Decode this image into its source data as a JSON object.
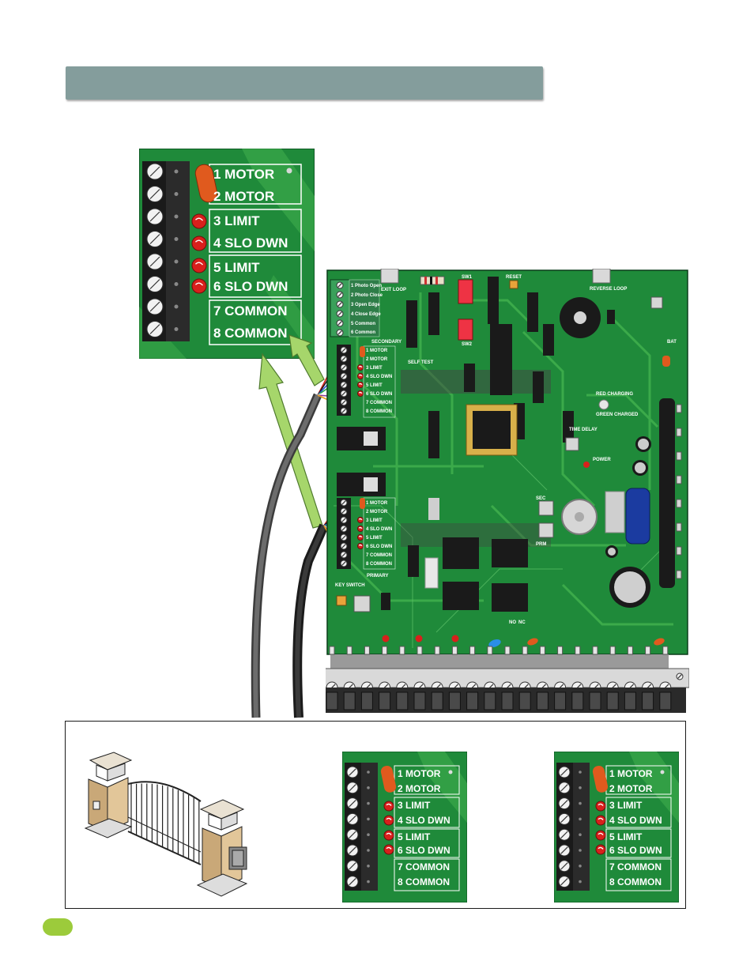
{
  "header": {
    "title": ""
  },
  "terminal_labels": [
    "1 MOTOR",
    "2 MOTOR",
    "3 LIMIT",
    "4 SLO DWN",
    "5 LIMIT",
    "6 SLO DWN",
    "7 COMMON",
    "8 COMMON"
  ],
  "board": {
    "exit_loop": "EXIT LOOP",
    "reverse_loop": "REVERSE LOOP",
    "reset": "RESET",
    "sw1": "SW1",
    "sw2": "SW2",
    "bat": "BAT",
    "secondary": "SECONDARY",
    "primary": "PRIMARY",
    "self_test": "SELF TEST",
    "key_switch": "KEY SWITCH",
    "time_delay": "TIME DELAY",
    "power": "POWER",
    "sec": "SEC",
    "prm": "PRM",
    "red_charging": "RED CHARGING",
    "green_charged": "GREEN CHARGED",
    "no": "NO",
    "nc": "NC",
    "accessory_terminals": [
      "1 Photo Open",
      "2 Photo Close",
      "3 Open Edge",
      "4 Close Edge",
      "5 Common",
      "6 Common"
    ]
  },
  "colors": {
    "pcb_green": "#1f8a3a",
    "pcb_trace": "#3fae4c",
    "title_bar": "#849d9c",
    "arrow_fill": "#a6d66b",
    "led_red": "#d8201c",
    "capacitor_orange": "#e05a1e",
    "page_tab": "#9ccb3b"
  },
  "icons": [
    "screw-terminal-icon",
    "led-icon",
    "capacitor-icon",
    "gate-icon"
  ]
}
